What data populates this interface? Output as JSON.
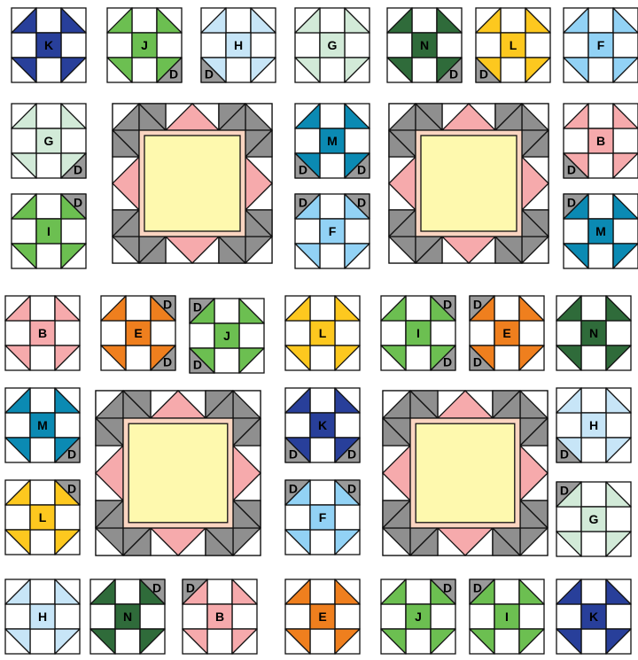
{
  "colors": {
    "A": "#28409a",
    "B": "#f6aaac",
    "E": "#ef7f1e",
    "F": "#92d2f5",
    "G": "#d2ead8",
    "H": "#c7e5f7",
    "I": "#6cbf51",
    "J": "#6cbf51",
    "K": "#283f9a",
    "L": "#fdc81f",
    "M": "#0b8ab3",
    "N": "#2f6b3a",
    "D": "#9a9a9a",
    "frame": "#8f8f8f",
    "frame_inner": "#f6aaac",
    "sash": "#fad5c1",
    "center": "#fef9ae",
    "line": "#111111"
  },
  "blocks": [
    {
      "letter": "K",
      "corner_d": []
    },
    {
      "letter": "J",
      "corner_d": [
        "br"
      ]
    },
    {
      "letter": "H",
      "corner_d": [
        "bl"
      ]
    },
    {
      "letter": "G",
      "corner_d": []
    },
    {
      "letter": "N",
      "corner_d": [
        "br"
      ]
    },
    {
      "letter": "L",
      "corner_d": [
        "bl"
      ]
    },
    {
      "letter": "F",
      "corner_d": []
    },
    {
      "letter": "G",
      "corner_d": [
        "br"
      ]
    },
    {
      "letter": "M",
      "corner_d": [
        "bl",
        "br"
      ]
    },
    {
      "letter": "B",
      "corner_d": [
        "bl"
      ]
    },
    {
      "letter": "I",
      "corner_d": [
        "tr"
      ]
    },
    {
      "letter": "F",
      "corner_d": [
        "tl",
        "tr"
      ]
    },
    {
      "letter": "M",
      "corner_d": [
        "tl"
      ]
    },
    {
      "letter": "B",
      "corner_d": []
    },
    {
      "letter": "E",
      "corner_d": [
        "tr",
        "br"
      ]
    },
    {
      "letter": "J",
      "corner_d": [
        "tl",
        "bl"
      ]
    },
    {
      "letter": "L",
      "corner_d": []
    },
    {
      "letter": "I",
      "corner_d": [
        "tr",
        "br"
      ]
    },
    {
      "letter": "E",
      "corner_d": [
        "tl",
        "bl"
      ]
    },
    {
      "letter": "N",
      "corner_d": []
    },
    {
      "letter": "M",
      "corner_d": [
        "br"
      ]
    },
    {
      "letter": "K",
      "corner_d": [
        "bl",
        "br"
      ]
    },
    {
      "letter": "H",
      "corner_d": [
        "bl"
      ]
    },
    {
      "letter": "L",
      "corner_d": [
        "tr"
      ]
    },
    {
      "letter": "F",
      "corner_d": [
        "tl",
        "tr"
      ]
    },
    {
      "letter": "G",
      "corner_d": [
        "tl"
      ]
    },
    {
      "letter": "H",
      "corner_d": []
    },
    {
      "letter": "N",
      "corner_d": [
        "tr"
      ]
    },
    {
      "letter": "B",
      "corner_d": [
        "tl"
      ]
    },
    {
      "letter": "E",
      "corner_d": []
    },
    {
      "letter": "J",
      "corner_d": [
        "tr"
      ]
    },
    {
      "letter": "I",
      "corner_d": [
        "tl"
      ]
    },
    {
      "letter": "K",
      "corner_d": []
    }
  ],
  "big_blocks": [
    {
      "name": "large-block-1"
    },
    {
      "name": "large-block-2"
    },
    {
      "name": "large-block-3"
    },
    {
      "name": "large-block-4"
    }
  ],
  "corner_label": "D"
}
